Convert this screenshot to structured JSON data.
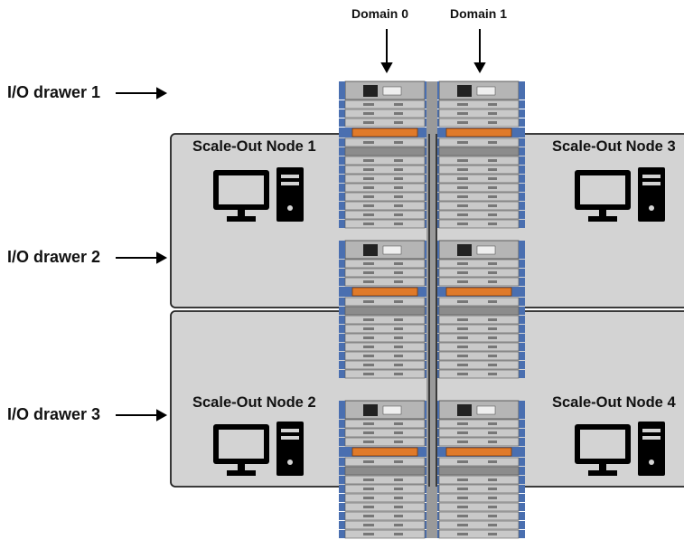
{
  "domains": [
    {
      "label": "Domain 0"
    },
    {
      "label": "Domain 1"
    }
  ],
  "io_drawers": [
    {
      "label": "I/O drawer 1"
    },
    {
      "label": "I/O drawer 2"
    },
    {
      "label": "I/O drawer 3"
    }
  ],
  "nodes": [
    {
      "title": "Scale-Out Node 1",
      "icon": "desktop-computer-icon"
    },
    {
      "title": "Scale-Out Node 2",
      "icon": "desktop-computer-icon"
    },
    {
      "title": "Scale-Out Node 3",
      "icon": "desktop-computer-icon"
    },
    {
      "title": "Scale-Out Node 4",
      "icon": "desktop-computer-icon"
    }
  ],
  "colors": {
    "node_fill": "#d3d3d3",
    "node_border": "#222222",
    "rack_body": "#a9a9a9",
    "rack_blue": "#4a6fb0",
    "rack_orange": "#e07a2a",
    "icon": "#000000"
  }
}
